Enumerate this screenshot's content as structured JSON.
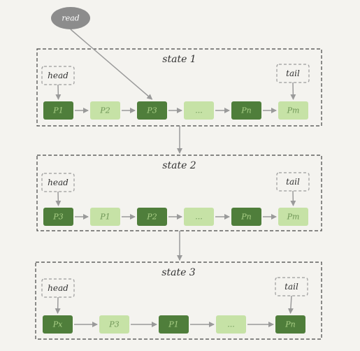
{
  "read_label": "read",
  "states": [
    {
      "label": "state 1",
      "head_label": "head",
      "tail_label": "tail",
      "pages": [
        {
          "label": "P1",
          "tone": "dark"
        },
        {
          "label": "P2",
          "tone": "light"
        },
        {
          "label": "P3",
          "tone": "dark"
        },
        {
          "label": "...",
          "tone": "light"
        },
        {
          "label": "Pn",
          "tone": "dark"
        },
        {
          "label": "Pm",
          "tone": "light"
        }
      ]
    },
    {
      "label": "state 2",
      "head_label": "head",
      "tail_label": "tail",
      "pages": [
        {
          "label": "P3",
          "tone": "dark"
        },
        {
          "label": "P1",
          "tone": "light"
        },
        {
          "label": "P2",
          "tone": "dark"
        },
        {
          "label": "...",
          "tone": "light"
        },
        {
          "label": "Pn",
          "tone": "dark"
        },
        {
          "label": "Pm",
          "tone": "light"
        }
      ]
    },
    {
      "label": "state 3",
      "head_label": "head",
      "tail_label": "tail",
      "pages": [
        {
          "label": "Px",
          "tone": "dark"
        },
        {
          "label": "P3",
          "tone": "light"
        },
        {
          "label": "P1",
          "tone": "dark"
        },
        {
          "label": "...",
          "tone": "light"
        },
        {
          "label": "Pn",
          "tone": "dark"
        }
      ]
    }
  ],
  "colors": {
    "dark_fill": "#4f7e3b",
    "dark_text": "#a9cf86",
    "light_fill": "#c6e2a6",
    "light_text": "#6f9657",
    "arrow": "#9a9a9a",
    "frame": "#444444",
    "read_fill": "#8c8c8c",
    "read_text": "#ffffff"
  }
}
